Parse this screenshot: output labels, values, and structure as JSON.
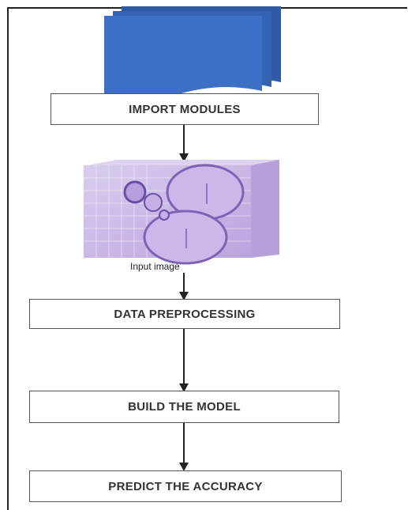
{
  "diagram": {
    "steps": [
      "IMPORT MODULES",
      "DATA PREPROCESSING",
      "BUILD THE MODEL",
      "PREDICT THE ACCURACY"
    ],
    "image_caption": "Input image"
  },
  "colors": {
    "documents_fill": "#3d6fc4",
    "documents_stroke": "#2f5aa6",
    "box_border": "#555555",
    "arrow": "#222222",
    "image_tint": "#c9b6e4"
  }
}
